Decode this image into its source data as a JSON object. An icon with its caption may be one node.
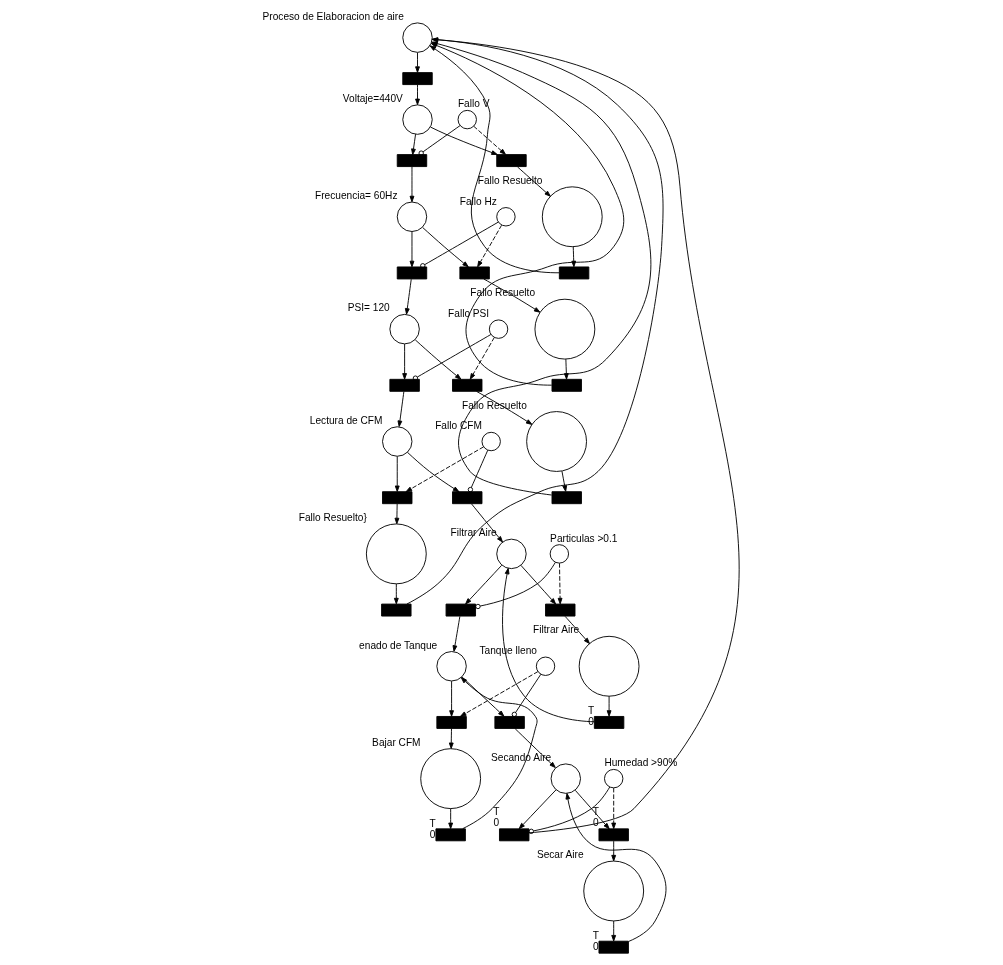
{
  "diagram": {
    "nodes": [
      {
        "text": [
          "Proceso de Elaboracion de aire"
        ]
      },
      {
        "text": [],
        "shape": "bar"
      },
      {
        "text": [
          "Fallo V"
        ]
      },
      {
        "text": [
          "Voltaje=440V"
        ]
      },
      {
        "text": [],
        "shape": "bar"
      },
      {
        "text": [
          "Fallo Resuelto"
        ]
      },
      {
        "text": [],
        "shape": "bar"
      },
      {
        "text": [],
        "shape": "bar"
      },
      {
        "text": [
          "Fallo Hz"
        ]
      },
      {
        "text": [
          "Frecuencia= 60Hz"
        ]
      },
      {
        "text": [],
        "shape": "bar"
      },
      {
        "text": [
          "Fallo Resuelto"
        ]
      },
      {
        "text": [],
        "shape": "bar"
      },
      {
        "text": [],
        "shape": "bar"
      },
      {
        "text": [
          "Fallo PSI"
        ]
      },
      {
        "text": [
          "PSI= 120"
        ]
      },
      {
        "text": [],
        "shape": "bar"
      },
      {
        "text": [
          "Fallo Resuelto"
        ]
      },
      {
        "text": [],
        "shape": "bar"
      },
      {
        "text": [],
        "shape": "bar"
      },
      {
        "text": [
          "Fallo CFM"
        ]
      },
      {
        "text": [
          "Lectura de CFM"
        ]
      },
      {
        "text": [],
        "shape": "bar"
      },
      {
        "text": [
          "Fallo Resuelto}"
        ]
      },
      {
        "text": [],
        "shape": "bar"
      },
      {
        "text": [],
        "shape": "bar"
      },
      {
        "text": [
          "Particulas >0.1"
        ]
      },
      {
        "text": [
          "Filtrar Aire"
        ]
      },
      {
        "text": [],
        "shape": "bar"
      },
      {
        "text": [
          "Filtrar Aire"
        ]
      },
      {
        "text": [],
        "shape": "bar"
      },
      {
        "text": [],
        "shape": "bar",
        "beside": [
          "T",
          "0"
        ]
      },
      {
        "text": [
          "enado de Tanque"
        ]
      },
      {
        "text": [
          "Tanque lleno"
        ]
      },
      {
        "text": [],
        "shape": "bar"
      },
      {
        "text": [
          "Bajar CFM"
        ]
      },
      {
        "text": [],
        "shape": "bar"
      },
      {
        "text": [],
        "shape": "bar",
        "beside": [
          "T",
          "0"
        ]
      },
      {
        "text": [
          "Secando Aire"
        ]
      },
      {
        "text": [
          "Humedad >90%"
        ]
      },
      {
        "text": [],
        "shape": "bar",
        "beside": [
          "T",
          "0"
        ]
      },
      {
        "text": [
          "Secar Aire"
        ]
      },
      {
        "text": [],
        "shape": "bar",
        "beside": [
          "T",
          "0"
        ]
      },
      {
        "text": [],
        "shape": "bar",
        "beside": [
          "T",
          "0"
        ]
      }
    ],
    "edges": [
      {
        "from": 0,
        "to": 1,
        "arrow": "to"
      },
      {
        "from": 1,
        "to": 3,
        "arrow": "to"
      },
      {
        "from": 3,
        "to": 7,
        "arrow": "to"
      },
      {
        "from": 2,
        "to": 7,
        "arrow": "other"
      },
      {
        "from": 3,
        "to": 4,
        "arrow": "to"
      },
      {
        "from": 2,
        "to": 4,
        "arrow": "to",
        "style": "dashed"
      },
      {
        "from": 4,
        "to": 5,
        "arrow": "to"
      },
      {
        "from": 5,
        "to": 6,
        "arrow": "to"
      },
      {
        "from": 6,
        "to": 0,
        "arrow": "to"
      },
      {
        "from": 7,
        "to": 9,
        "arrow": "to"
      },
      {
        "from": 9,
        "to": 13,
        "arrow": "to"
      },
      {
        "from": 8,
        "to": 13,
        "arrow": "other"
      },
      {
        "from": 9,
        "to": 10,
        "arrow": "to"
      },
      {
        "from": 8,
        "to": 10,
        "arrow": "to",
        "style": "dashed"
      },
      {
        "from": 10,
        "to": 11,
        "arrow": "to"
      },
      {
        "from": 11,
        "to": 12,
        "arrow": "to"
      },
      {
        "from": 12,
        "to": 0,
        "arrow": "to"
      },
      {
        "from": 13,
        "to": 15,
        "arrow": "to"
      },
      {
        "from": 15,
        "to": 19,
        "arrow": "to"
      },
      {
        "from": 14,
        "to": 19,
        "arrow": "other"
      },
      {
        "from": 15,
        "to": 16,
        "arrow": "to"
      },
      {
        "from": 14,
        "to": 16,
        "arrow": "to",
        "style": "dashed"
      },
      {
        "from": 16,
        "to": 17,
        "arrow": "to"
      },
      {
        "from": 17,
        "to": 18,
        "arrow": "to"
      },
      {
        "from": 18,
        "to": 0,
        "arrow": "to"
      },
      {
        "from": 19,
        "to": 21,
        "arrow": "to"
      },
      {
        "from": 21,
        "to": 25,
        "arrow": "to"
      },
      {
        "from": 20,
        "to": 25,
        "arrow": "other"
      },
      {
        "from": 21,
        "to": 22,
        "arrow": "to"
      },
      {
        "from": 20,
        "to": 22,
        "arrow": "to",
        "style": "dashed"
      },
      {
        "from": 22,
        "to": 23,
        "arrow": "to"
      },
      {
        "from": 23,
        "to": 24,
        "arrow": "to"
      },
      {
        "from": 24,
        "to": 0,
        "arrow": "to"
      },
      {
        "from": 25,
        "to": 27,
        "arrow": "to"
      },
      {
        "from": 27,
        "to": 30,
        "arrow": "to"
      },
      {
        "from": 26,
        "to": 30,
        "arrow": "other"
      },
      {
        "from": 27,
        "to": 28,
        "arrow": "to"
      },
      {
        "from": 26,
        "to": 28,
        "arrow": "to",
        "style": "dashed"
      },
      {
        "from": 28,
        "to": 29,
        "arrow": "to"
      },
      {
        "from": 29,
        "to": 31,
        "arrow": "to"
      },
      {
        "from": 31,
        "to": 27,
        "arrow": "to"
      },
      {
        "from": 30,
        "to": 32,
        "arrow": "to"
      },
      {
        "from": 32,
        "to": 36,
        "arrow": "to"
      },
      {
        "from": 33,
        "to": 36,
        "arrow": "other"
      },
      {
        "from": 32,
        "to": 34,
        "arrow": "to"
      },
      {
        "from": 33,
        "to": 34,
        "arrow": "to",
        "style": "dashed"
      },
      {
        "from": 34,
        "to": 35,
        "arrow": "to"
      },
      {
        "from": 35,
        "to": 37,
        "arrow": "to"
      },
      {
        "from": 37,
        "to": 32,
        "arrow": "to"
      },
      {
        "from": 36,
        "to": 38,
        "arrow": "to"
      },
      {
        "from": 38,
        "to": 42,
        "arrow": "to"
      },
      {
        "from": 39,
        "to": 42,
        "arrow": "other"
      },
      {
        "from": 38,
        "to": 40,
        "arrow": "to"
      },
      {
        "from": 39,
        "to": 40,
        "arrow": "to",
        "style": "dashed"
      },
      {
        "from": 40,
        "to": 41,
        "arrow": "to"
      },
      {
        "from": 41,
        "to": 43,
        "arrow": "to"
      },
      {
        "from": 43,
        "to": 38,
        "arrow": "to"
      },
      {
        "from": 42,
        "to": 0,
        "arrow": "to"
      }
    ]
  }
}
